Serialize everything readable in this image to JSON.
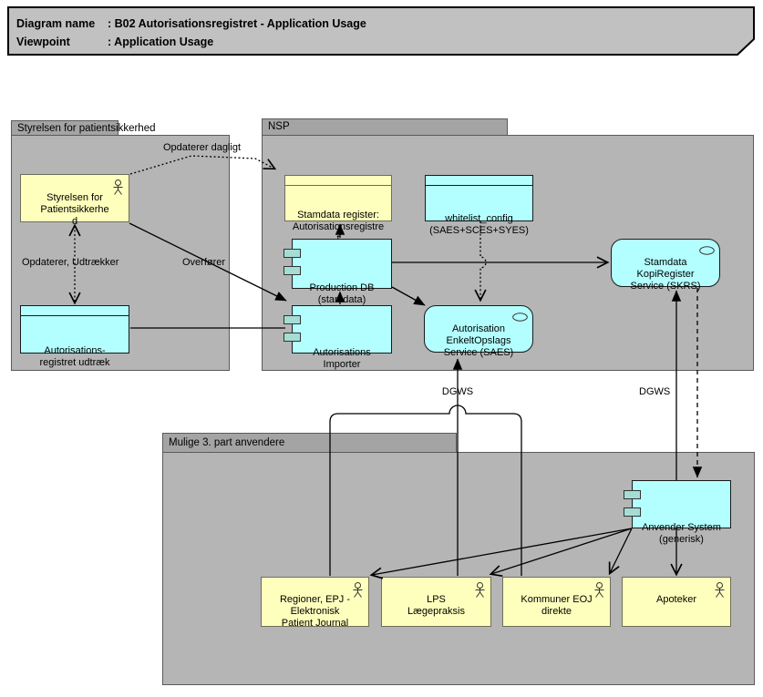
{
  "title_note": {
    "line1_label": "Diagram name",
    "line1_value": ": B02 Autorisationsregistret - Application Usage",
    "line2_label": "Viewpoint",
    "line2_value": ": Application Usage"
  },
  "groups": {
    "styrelsen": {
      "label": "Styrelsen for patientsikkerhed"
    },
    "nsp": {
      "label": "NSP"
    },
    "mulige": {
      "label": "Mulige 3. part anvendere"
    }
  },
  "nodes": {
    "styrelsen_actor": {
      "text": "Styrelsen for\nPatientsikkerhe\nd",
      "type": "business-actor",
      "icon": "actor-icon"
    },
    "autreg_udtraek": {
      "text": "Autorisations-\nregistret udtræk",
      "type": "data-object"
    },
    "stamdata_register": {
      "text": "Stamdata register:\nAutorisationsregistre\nt",
      "type": "data-object"
    },
    "whitelist": {
      "text": "whitelist_config\n(SAES+SCES+SYES)",
      "type": "data-object"
    },
    "production_db": {
      "text": "Production DB\n(stamdata)",
      "type": "application-component",
      "icon": "component-icon"
    },
    "aut_importer": {
      "text": "Autorisations\nImporter",
      "type": "application-component",
      "icon": "component-icon"
    },
    "saes": {
      "text": "Autorisation\nEnkeltOpslags\nService (SAES)",
      "type": "application-service",
      "icon": "service-icon"
    },
    "skrs": {
      "text": "Stamdata\nKopiRegister\nService (SKRS)",
      "type": "application-service",
      "icon": "service-icon"
    },
    "anvender": {
      "text": "Anvender System\n(generisk)",
      "type": "application-component",
      "icon": "component-icon"
    },
    "regioner": {
      "text": "Regioner, EPJ -\nElektronisk\nPatient Journal",
      "type": "business-actor",
      "icon": "actor-icon"
    },
    "lps": {
      "text": "LPS\nLægepraksis",
      "type": "business-actor",
      "icon": "actor-icon"
    },
    "kommuner": {
      "text": "Kommuner EOJ\ndirekte",
      "type": "business-actor",
      "icon": "actor-icon"
    },
    "apoteker": {
      "text": "Apoteker",
      "type": "business-actor",
      "icon": "actor-icon"
    }
  },
  "edge_labels": {
    "opdaterer_dagligt": "Opdaterer dagligt",
    "opdaterer_udtraekker": "Opdaterer, Udtrækker",
    "overfoerer": "Overfører",
    "dgws_left": "DGWS",
    "dgws_right": "DGWS"
  },
  "colors": {
    "group_fill": "#b5b5b5",
    "group_tab_fill": "#a4a4a4",
    "group_border": "#5a5a5a",
    "note_fill": "#c1c1c1",
    "actor_fill": "#ffffbd",
    "actor_border": "#6e6e5a",
    "app_fill": "#b3ffff",
    "app_border": "#1a1a1a",
    "component_tab_fill": "#a5ddd5",
    "line": "#000000"
  }
}
